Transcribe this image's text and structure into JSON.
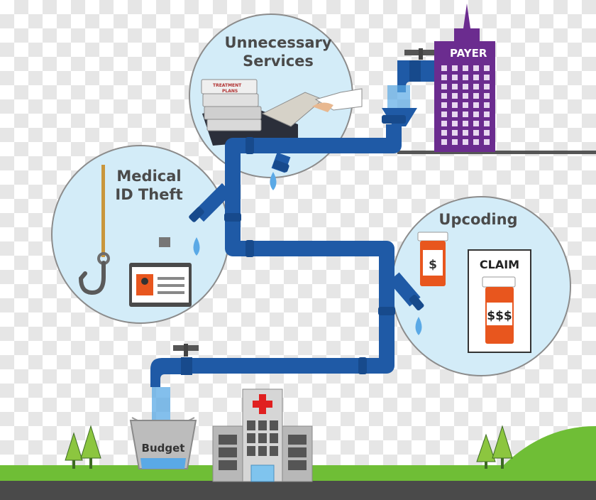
{
  "labels": {
    "unnecessary_line1": "Unnecessary",
    "unnecessary_line2": "Services",
    "medical_line1": "Medical",
    "medical_line2": "ID Theft",
    "upcoding": "Upcoding",
    "payer": "PAYER",
    "claim": "CLAIM",
    "small_bottle": "$",
    "big_bottle": "$$$",
    "budget": "Budget",
    "treatment_line1": "TREATMENT",
    "treatment_line2": "PLANS"
  },
  "icons": {
    "payer_building": "office-building-icon",
    "hospital": "hospital-icon",
    "bucket": "bucket-icon",
    "hook": "fishing-hook-icon",
    "id_badge": "id-badge-icon",
    "pill_bottle": "pill-bottle-icon",
    "drop": "water-drop-icon"
  },
  "colors": {
    "pipe": "#1f5aa6",
    "pipe_joint": "#174a8c",
    "bubble": "#d3ecf8",
    "bubble_stroke": "#8c8c8c",
    "building": "#6b2c8f",
    "water": "#5aa9e6",
    "grass": "#6fbe36",
    "road": "#4a4a4a",
    "bottle_orange": "#e8561e",
    "hospital_red": "#e02020"
  }
}
